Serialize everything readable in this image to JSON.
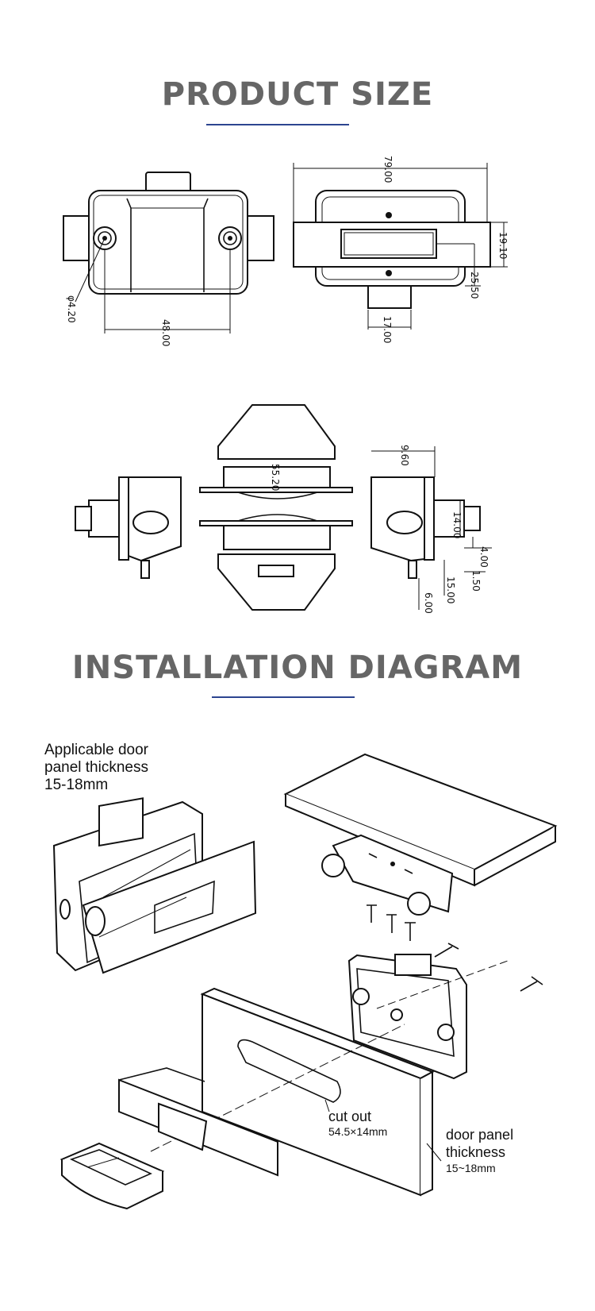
{
  "sections": {
    "product_size_title": "PRODUCT SIZE",
    "installation_title": "INSTALLATION DIAGRAM"
  },
  "dimensions": {
    "hole_dia": "φ4.20",
    "hole_spacing": "48.00",
    "overall_width": "79.00",
    "plate_height": "19.10",
    "body_height": "25.50",
    "tab_width": "17.00",
    "cap_width": "55.20",
    "side_depth": "9.60",
    "shaft_dia": "14.00",
    "d_4": "4.00",
    "d_1_5": "1.50",
    "d_15": "15.00",
    "d_6": "6.00"
  },
  "notes": {
    "panel_l1": "Applicable door",
    "panel_l2": "panel thickness",
    "panel_l3": "15-18mm",
    "cutout_l1": "cut out",
    "cutout_l2": "54.5×14mm",
    "door_l1": "door panel",
    "door_l2": "thickness",
    "door_l3": "15~18mm"
  },
  "colors": {
    "heading": "#666666",
    "rule": "#2c4590",
    "line": "#111111"
  }
}
